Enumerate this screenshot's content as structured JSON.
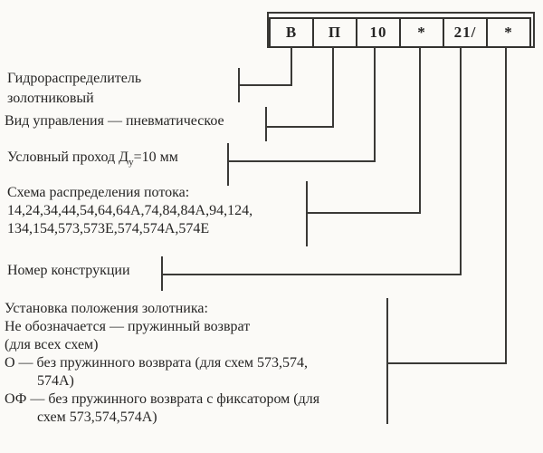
{
  "title": "Condition designation diagram for spool hydraulic distributor",
  "colors": {
    "background": "#fbfaf7",
    "ink": "#262524",
    "line": "#3a3936"
  },
  "code_boxes": [
    "В",
    "П",
    "10",
    "*",
    "21/",
    "*"
  ],
  "labels": {
    "hydro": "Гидрораспределитель\nзолотниковый",
    "control": "Вид управления — пневматическое",
    "bore_prefix": "Условный проход Д",
    "bore_sub": "у",
    "bore_suffix": "=10 мм",
    "schema": "Схема распределения потока:\n14,24,34,44,54,64,64А,74,84,84А,94,124,\n134,154,573,573Е,574,574А,574Е",
    "number": "Номер конструкции",
    "spool": "Установка положения золотника:\nНе обозначается — пружинный возврат\n(для всех схем)\nО — без пружинного возврата (для схем 573,574,\n         574А)\nОФ — без пружинного возврата с фиксатором (для\n         схем 573,574,574А)"
  }
}
